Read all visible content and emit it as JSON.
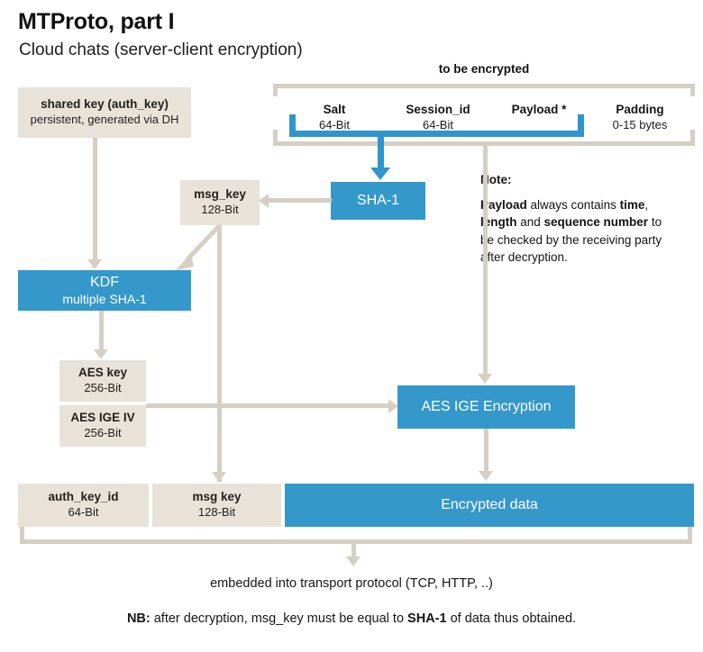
{
  "header": {
    "title": "MTProto, part I",
    "subtitle": "Cloud chats (server-client encryption)"
  },
  "colors": {
    "blue": "#3498cb",
    "blue_line": "#2f95cc",
    "beige_box": "#e8e2d8",
    "beige_line": "#d6cfc2",
    "text": "#1a1a1a",
    "background": "#ffffff"
  },
  "shared_key": {
    "name": "shared key (auth_key)",
    "detail": "persistent, generated via DH"
  },
  "encrypted_bracket": {
    "label": "to be encrypted",
    "fields": [
      {
        "name": "Salt",
        "size": "64-Bit"
      },
      {
        "name": "Session_id",
        "size": "64-Bit"
      },
      {
        "name": "Payload *",
        "size": ""
      },
      {
        "name": "Padding",
        "size": "0-15 bytes"
      }
    ]
  },
  "sha1": {
    "label": "SHA-1"
  },
  "msg_key_top": {
    "name": "msg_key",
    "size": "128-Bit"
  },
  "note": {
    "heading": "Note:",
    "line1_a": "Payload",
    "line1_b": " always contains ",
    "line1_c": "time",
    "line1_d": ",",
    "line2_a": "length",
    "line2_b": " and ",
    "line2_c": "sequence number",
    "line3": "to be checked by the receiving",
    "line4": "party after decryption."
  },
  "kdf": {
    "name": "KDF",
    "detail": "multiple SHA-1"
  },
  "aes_key": {
    "name": "AES key",
    "size": "256-Bit"
  },
  "aes_ige_iv": {
    "name": "AES IGE IV",
    "size": "256-Bit"
  },
  "aes_ige_encryption": {
    "label": "AES IGE Encryption"
  },
  "output_row": {
    "auth_key_id": {
      "name": "auth_key_id",
      "size": "64-Bit"
    },
    "msg_key": {
      "name": "msg key",
      "size": "128-Bit"
    },
    "encrypted": {
      "name": "Encrypted data"
    }
  },
  "footer": {
    "transport": "embedded into transport protocol (TCP, HTTP, ..)",
    "nb_label": "NB:",
    "nb_text_a": " after decryption, msg_key must be equal to ",
    "nb_text_b": "SHA-1",
    "nb_text_c": " of data thus obtained."
  }
}
